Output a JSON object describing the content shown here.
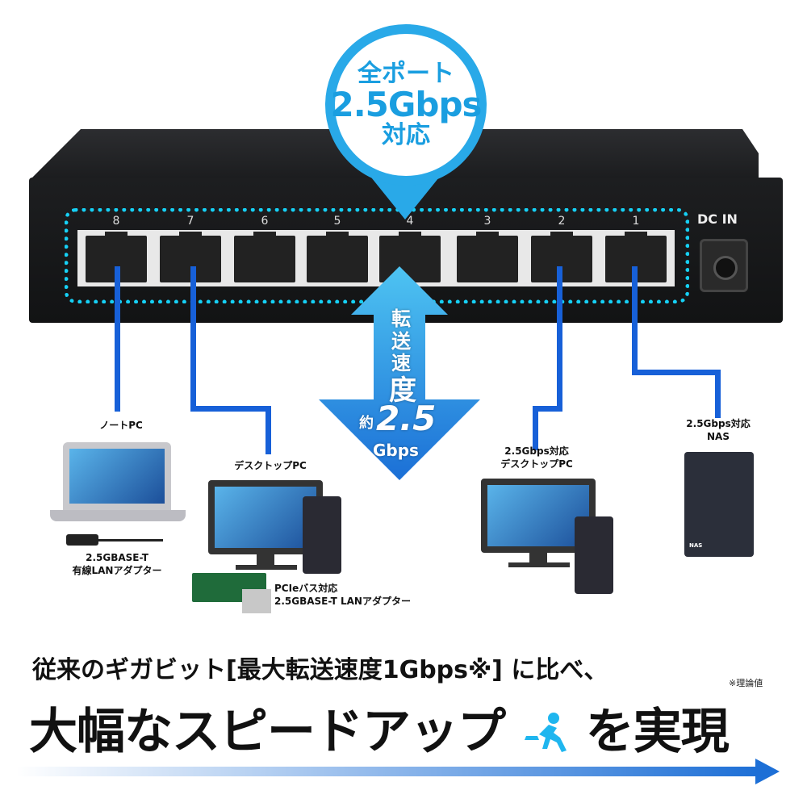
{
  "bubble": {
    "line1": "全ポート",
    "line2": "2.5Gbps",
    "line3": "対応"
  },
  "switch": {
    "port_numbers": [
      "8",
      "7",
      "6",
      "5",
      "4",
      "3",
      "2",
      "1"
    ],
    "dc_in": "DC IN"
  },
  "speed": {
    "vertical": [
      "転",
      "送",
      "速",
      "度"
    ],
    "approx": "約",
    "value": "2.5",
    "unit": "Gbps"
  },
  "devices": {
    "notebook": {
      "label": "ノートPC",
      "adapter": "2.5GBASE-T\n有線LANアダプター"
    },
    "desktop": {
      "label": "デスクトップPC",
      "adapter": "PCIeバス対応\n2.5GBASE-T LANアダプター"
    },
    "desktop25": {
      "label": "2.5Gbps対応\nデスクトップPC"
    },
    "nas": {
      "label": "2.5Gbps対応\nNAS",
      "badge": "NAS"
    }
  },
  "headline": {
    "line1": "従来のギガビット[最大転送速度1Gbps※] に比べ、",
    "line2a": "大幅なスピードアップ",
    "line2b": "を実現",
    "note": "※理論値"
  },
  "colors": {
    "accent": "#29a9e8",
    "cable": "#1760d8",
    "dotted": "#16d0f5"
  }
}
